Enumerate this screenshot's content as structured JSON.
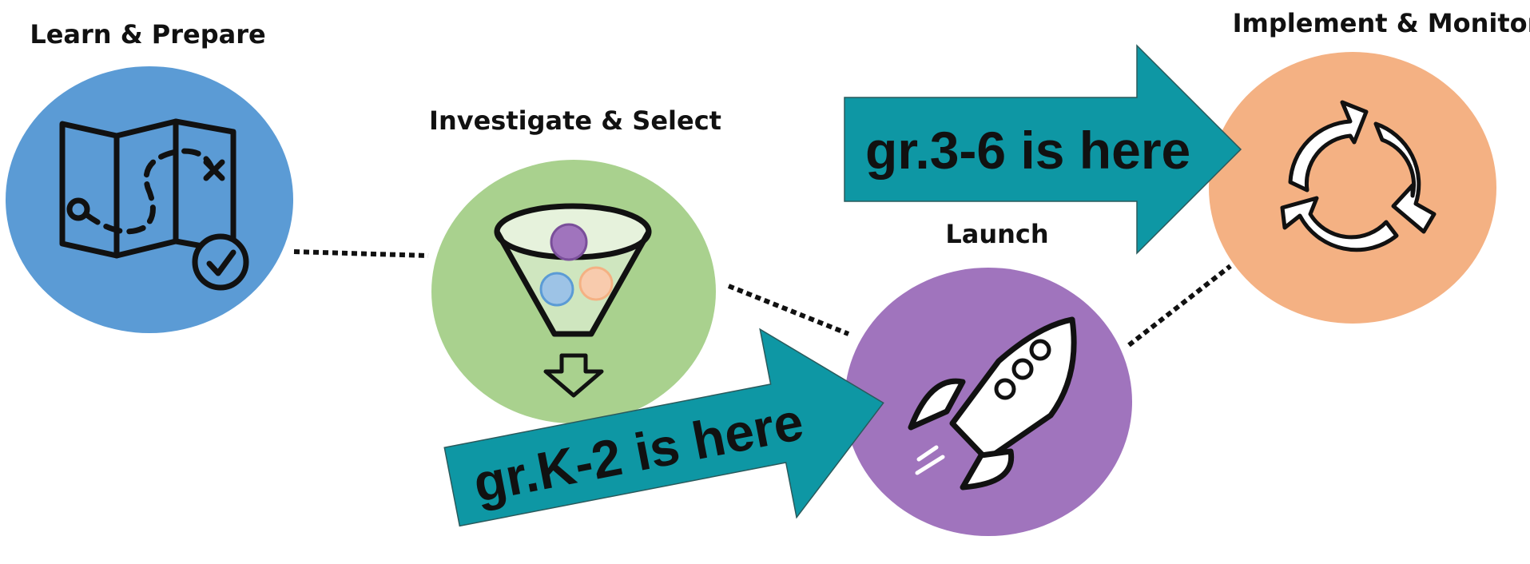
{
  "stages": {
    "learn": {
      "title": "Learn & Prepare",
      "color": "#5b9bd5",
      "icon": "map-checkmark-icon"
    },
    "investigate": {
      "title": "Investigate & Select",
      "color": "#a9d18e",
      "icon": "funnel-icon"
    },
    "launch": {
      "title": "Launch",
      "color": "#a074bd",
      "icon": "rocket-icon"
    },
    "implement": {
      "title": "Implement & Monitor",
      "color": "#f4b183",
      "icon": "cycle-arrows-icon"
    }
  },
  "callouts": {
    "upper": {
      "text": "gr.3-6 is here",
      "color": "#0e97a4"
    },
    "lower": {
      "text": "gr.K-2 is here",
      "color": "#0e97a4"
    }
  },
  "connector_style": "dotted"
}
